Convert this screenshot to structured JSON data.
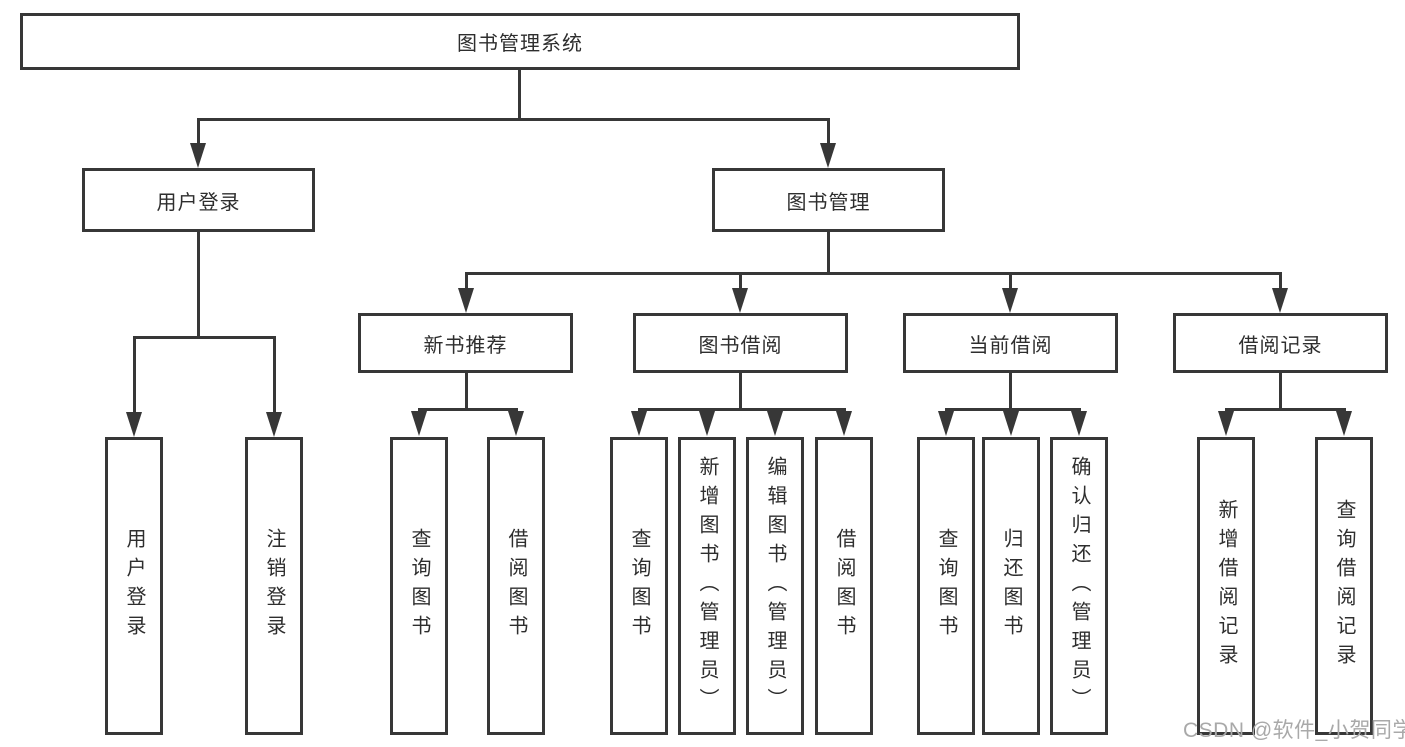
{
  "diagram": {
    "title": "图书管理系统",
    "branches": {
      "user_login": {
        "label": "用户登录",
        "children": [
          "用户登录",
          "注销登录"
        ]
      },
      "book_management": {
        "label": "图书管理"
      }
    },
    "modules": [
      {
        "label": "新书推荐",
        "children": [
          "查询图书",
          "借阅图书"
        ]
      },
      {
        "label": "图书借阅",
        "children": [
          "查询图书",
          "新增图书（管理员）",
          "编辑图书（管理员）",
          "借阅图书"
        ]
      },
      {
        "label": "当前借阅",
        "children": [
          "查询图书",
          "归还图书",
          "确认归还（管理员）"
        ]
      },
      {
        "label": "借阅记录",
        "children": [
          "新增借阅记录",
          "查询借阅记录"
        ]
      }
    ]
  },
  "watermark": {
    "text": "CSDN @软件_小贺同学"
  },
  "colors": {
    "line": "#373737",
    "text": "#2e2e2e",
    "watermark": "#a9a9a9",
    "background": "#ffffff"
  }
}
